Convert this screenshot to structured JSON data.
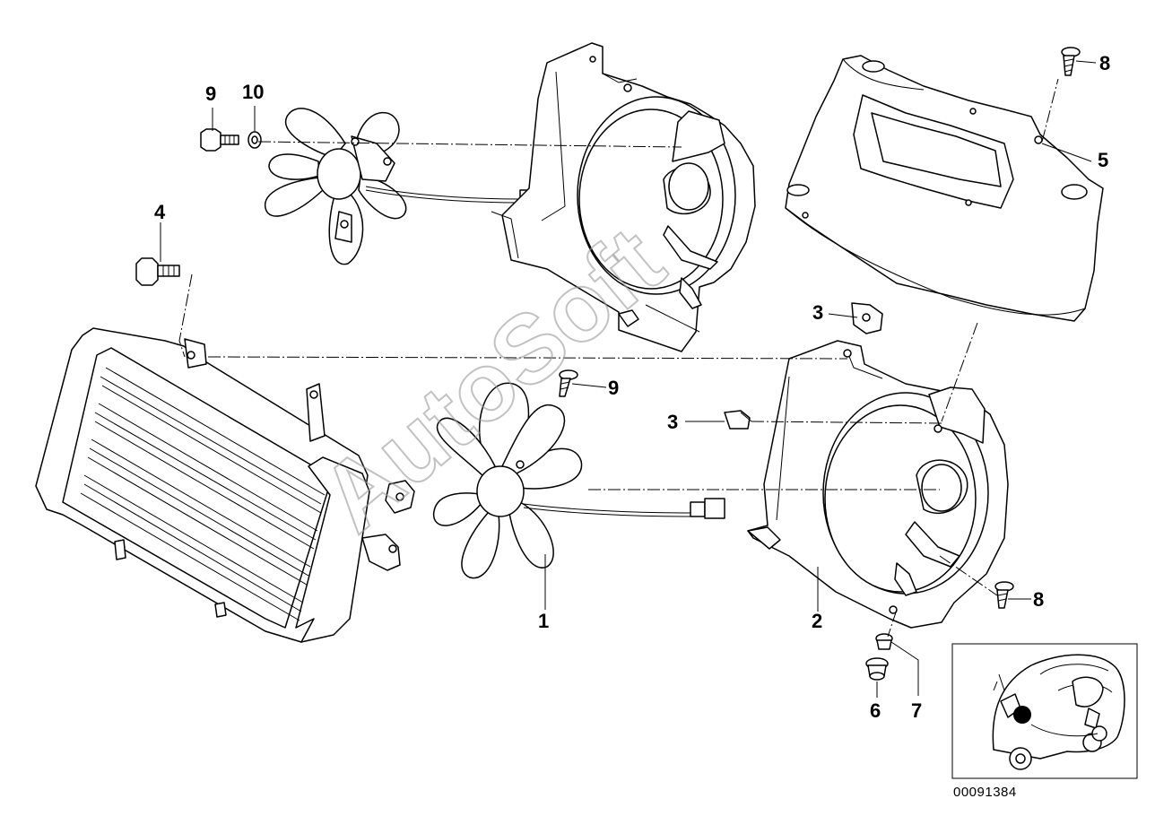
{
  "diagram": {
    "callouts": [
      "1",
      "2",
      "3",
      "3",
      "4",
      "5",
      "6",
      "7",
      "8",
      "8",
      "9",
      "9",
      "10"
    ],
    "watermark": "AutoSoft",
    "diagram_number": "00091384"
  },
  "parts": {
    "fan": "fan-assembly",
    "shroud": "fan-shroud",
    "clip": "spring-clip",
    "bolt": "hex-bolt",
    "cover": "radiator-cover",
    "grommet": "rubber-grommet",
    "bushing": "bushing",
    "screw": "self-tapping-screw",
    "washer": "washer",
    "radiator": "radiator"
  },
  "inset": {
    "subject": "scooter-icon",
    "marker_color": "#000000"
  }
}
